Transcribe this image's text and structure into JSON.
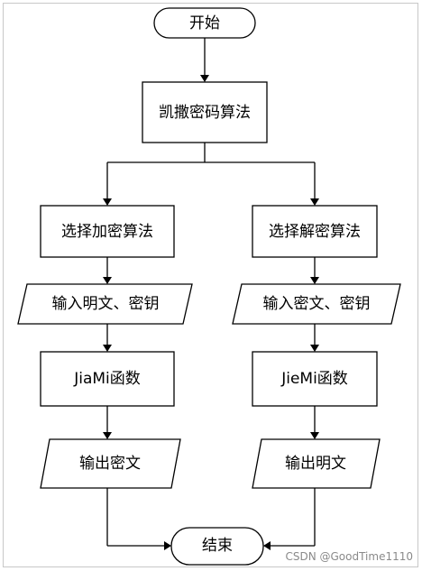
{
  "nodes": {
    "start": "开始",
    "caesar": "凯撒密码算法",
    "choose_encrypt": "选择加密算法",
    "choose_decrypt": "选择解密算法",
    "input_plain": "输入明文、密钥",
    "input_cipher": "输入密文、密钥",
    "jiami": "JiaMi函数",
    "jiemi": "JieMi函数",
    "output_cipher": "输出密文",
    "output_plain": "输出明文",
    "end": "结束"
  },
  "watermark": "CSDN @GoodTime1110"
}
